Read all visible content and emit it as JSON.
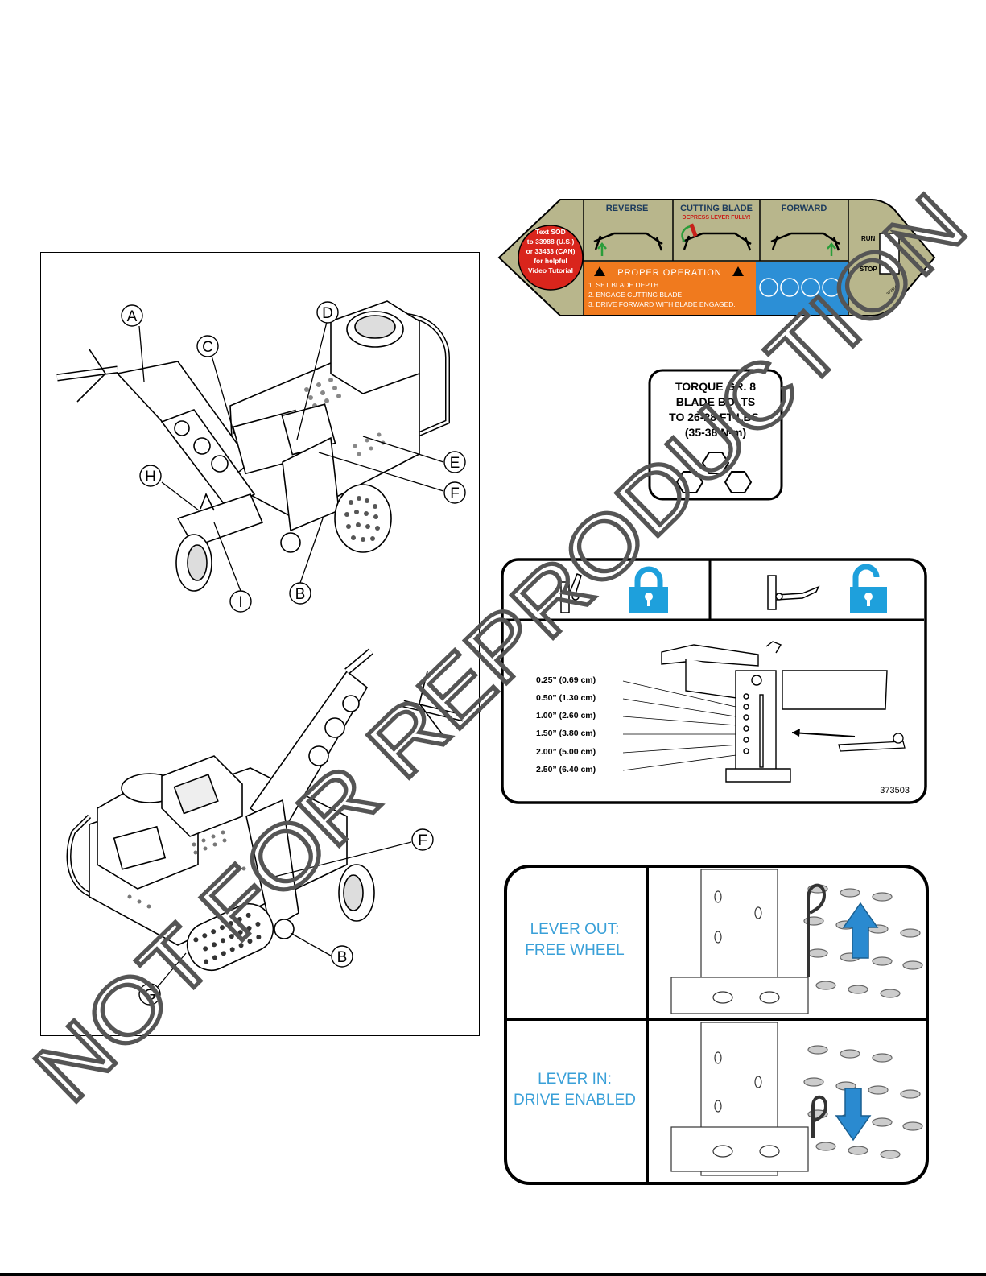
{
  "figure_callouts": {
    "top": [
      "A",
      "B",
      "C",
      "D",
      "E",
      "F",
      "H",
      "I"
    ],
    "bottom": [
      "F",
      "B",
      "G"
    ]
  },
  "decal_control": {
    "sms_text": [
      "Text SOD",
      "to 33988 (U.S.)",
      "or 33433 (CAN)",
      "for helpful",
      "Video Tutorial"
    ],
    "reverse": "REVERSE",
    "cutting_blade": "CUTTING BLADE",
    "depress_lever": "DEPRESS LEVER FULLY!",
    "forward": "FORWARD",
    "proper_operation": "PROPER OPERATION",
    "steps": [
      "1. SET BLADE DEPTH.",
      "2. ENGAGE CUTTING BLADE.",
      "3. DRIVE FORWARD WITH BLADE ENGAGED."
    ],
    "run": "RUN",
    "stop": "STOP",
    "part_number": "373500",
    "colors": {
      "olive": "#b8b68c",
      "red": "#d9251c",
      "orange": "#f07a1e",
      "blue": "#2c8fd6"
    }
  },
  "decal_torque": {
    "lines": [
      "TORQUE GR. 8",
      "BLADE BOLTS",
      "TO 26-28 FT-LBS.",
      "(35-38 N-m)"
    ]
  },
  "decal_depth": {
    "depths": [
      "0.25” (0.69 cm)",
      "0.50” (1.30 cm)",
      "1.00” (2.60 cm)",
      "1.50” (3.80 cm)",
      "2.00” (5.00 cm)",
      "2.50” (6.40 cm)"
    ],
    "part_number": "373503",
    "lock_color": "#1ea0dc"
  },
  "decal_drive": {
    "lever_out": [
      "LEVER OUT:",
      "FREE WHEEL"
    ],
    "lever_in": [
      "LEVER IN:",
      "DRIVE ENABLED"
    ],
    "text_color": "#3aa0d8",
    "arrow_color": "#2a8ad0"
  },
  "watermark": "NOT FOR REPRODUCTION"
}
